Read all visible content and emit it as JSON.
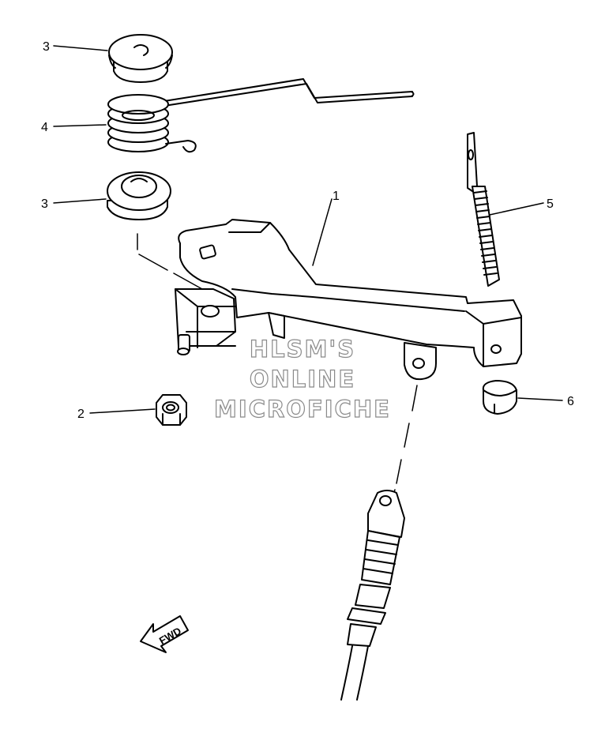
{
  "callouts": {
    "c1": "1",
    "c2": "2",
    "c3_top": "3",
    "c3_bottom": "3",
    "c4": "4",
    "c5": "5",
    "c6": "6"
  },
  "watermark": {
    "line1": "HLSM'S",
    "line2": "ONLINE",
    "line3": "MICROFICHE"
  },
  "direction_arrow": {
    "label": "FWD"
  }
}
